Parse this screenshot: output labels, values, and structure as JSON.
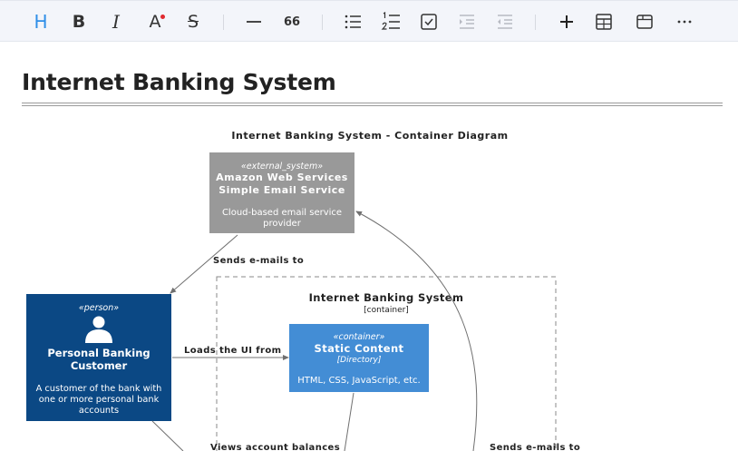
{
  "toolbar": {
    "heading": "H",
    "bold": "B",
    "italic": "I",
    "font_color": "A",
    "strike": "S",
    "quote": "66"
  },
  "document": {
    "title": "Internet Banking System"
  },
  "diagram": {
    "caption": "Internet Banking System - Container Diagram",
    "aws": {
      "stereotype": "«external_system»",
      "name_line1": "Amazon Web Services",
      "name_line2": "Simple Email Service",
      "desc_line1": "Cloud-based email service",
      "desc_line2": "provider"
    },
    "customer": {
      "stereotype": "«person»",
      "name_line1": "Personal Banking",
      "name_line2": "Customer",
      "desc_line1": "A customer of the bank with",
      "desc_line2": "one or more personal bank",
      "desc_line3": "accounts"
    },
    "boundary": {
      "name": "Internet Banking System",
      "type": "[container]"
    },
    "static": {
      "stereotype": "«container»",
      "name": "Static Content",
      "tech": "[Directory]",
      "desc": "HTML, CSS, JavaScript, etc."
    },
    "labels": {
      "sends_emails": "Sends e-mails to",
      "loads_ui": "Loads the UI from",
      "views_balances": "Views account balances",
      "sends_emails_2": "Sends e-mails to"
    },
    "colors": {
      "external": "#999999",
      "person": "#0b4884",
      "container": "#438dd5"
    }
  }
}
